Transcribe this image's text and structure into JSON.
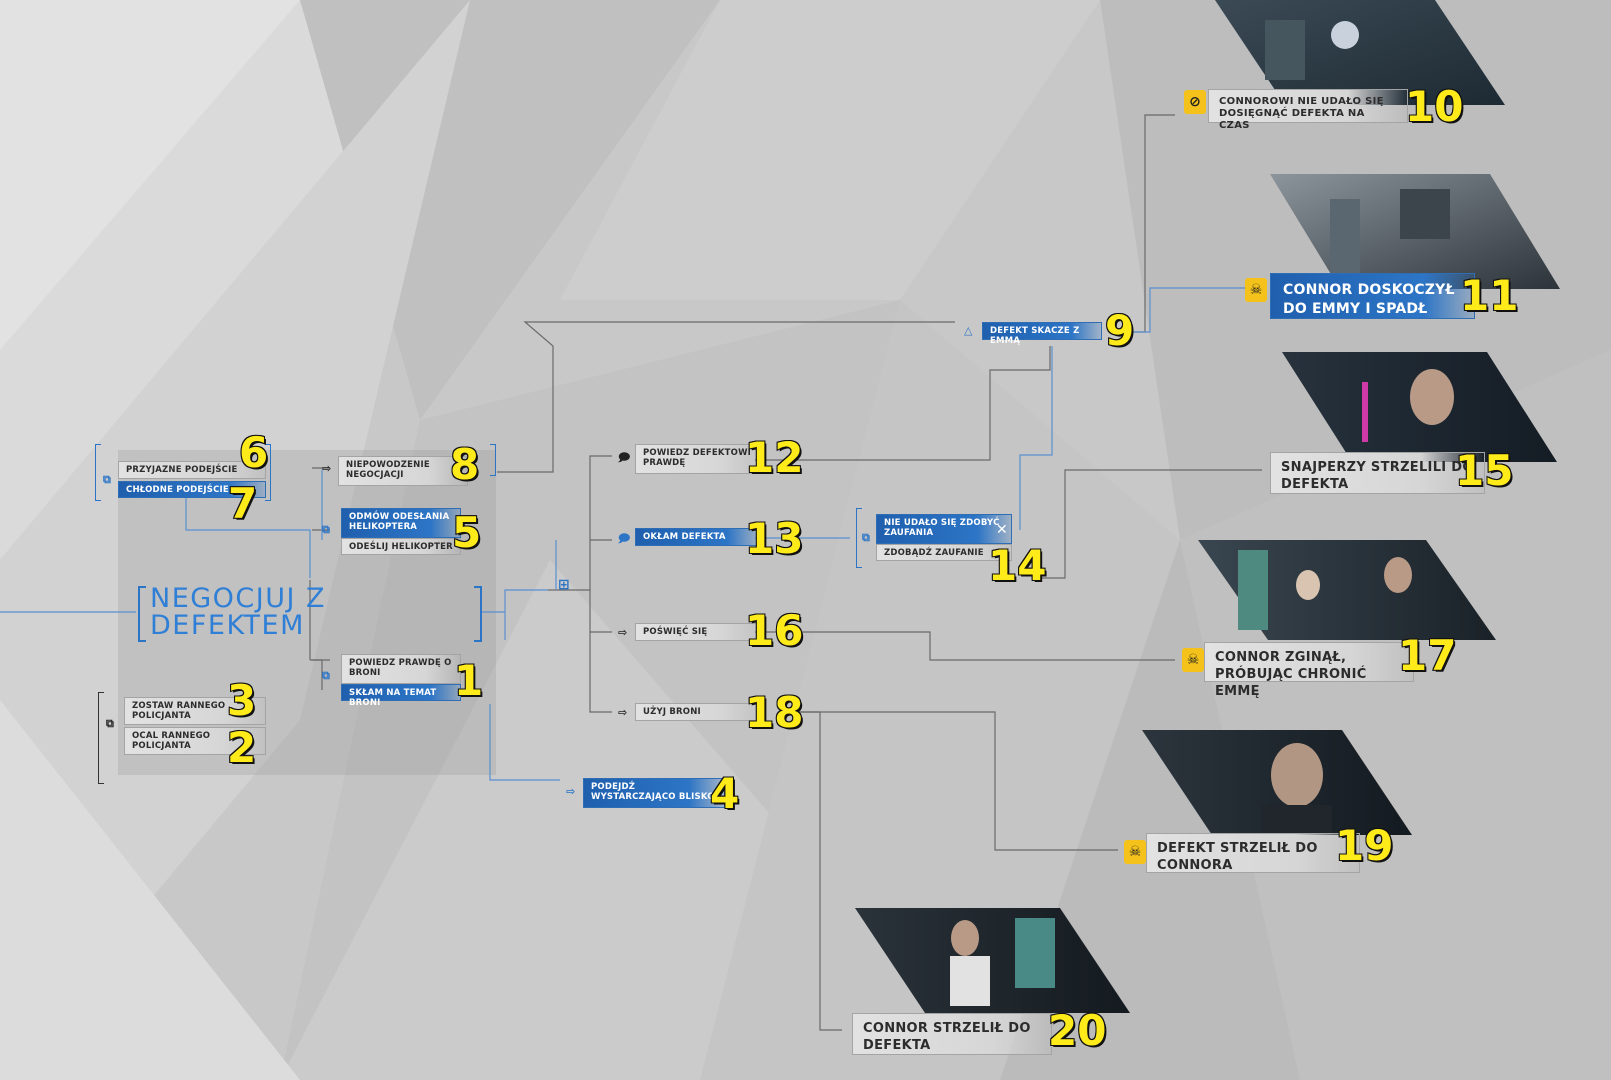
{
  "title": [
    "NEGOCJUJ Z",
    "DEFEKTEM"
  ],
  "accent_color": "#2b74c6",
  "highlight_number_color": "#ffeb1a",
  "nodes": {
    "n1a": "POWIEDZ PRAWDĘ O BRONI",
    "n1b": "SKŁAM NA TEMAT BRONI",
    "n3": "ZOSTAW RANNEGO POLICJANTA",
    "n2": "OCAL RANNEGO POLICJANTA",
    "n4": "PODEJDŹ WYSTARCZAJĄCO BLISKO",
    "n5a": "ODMÓW ODESŁANIA HELIKOPTERA",
    "n5b": "ODEŚLIJ HELIKOPTER",
    "n6": "PRZYJAZNE PODEJŚCIE",
    "n7": "CHŁODNE PODEJŚCIE",
    "n8": "NIEPOWODZENIE NEGOCJACJI",
    "n9": "DEFEKT SKACZE Z EMMĄ",
    "n10": "CONNOROWI NIE UDAŁO SIĘ DOSIĘGNĄĆ DEFEKTA NA CZAS",
    "n11": "CONNOR DOSKOCZYŁ DO EMMY I SPADŁ",
    "n12": "POWIEDZ DEFEKTOWI PRAWDĘ",
    "n13": "OKŁAM DEFEKTA",
    "n14a": "NIE UDAŁO SIĘ ZDOBYĆ ZAUFANIA",
    "n14b": "ZDOBĄDŹ ZAUFANIE",
    "n15": "SNAJPERZY STRZELILI DO DEFEKTA",
    "n16": "POŚWIĘĆ SIĘ",
    "n17": "CONNOR ZGINĄŁ, PRÓBUJĄC CHRONIĆ EMMĘ",
    "n18": "UŻYJ BRONI",
    "n19": "DEFEKT STRZELIŁ DO CONNORA",
    "n20": "CONNOR STRZELIŁ DO DEFEKTA"
  },
  "numbers": {
    "n1": "1",
    "n2": "2",
    "n3": "3",
    "n4": "4",
    "n5": "5",
    "n6": "6",
    "n7": "7",
    "n8": "8",
    "n9": "9",
    "n10": "10",
    "n11": "11",
    "n12": "12",
    "n13": "13",
    "n14": "14",
    "n15": "15",
    "n16": "16",
    "n17": "17",
    "n18": "18",
    "n19": "19",
    "n20": "20"
  },
  "icons": {
    "choice": "arrow-icon",
    "dialogue": "speech-icon",
    "group": "stack-icon",
    "death": "skull-icon",
    "fail": "no-entry-icon",
    "event": "triangle-icon",
    "locked": "close-icon"
  }
}
